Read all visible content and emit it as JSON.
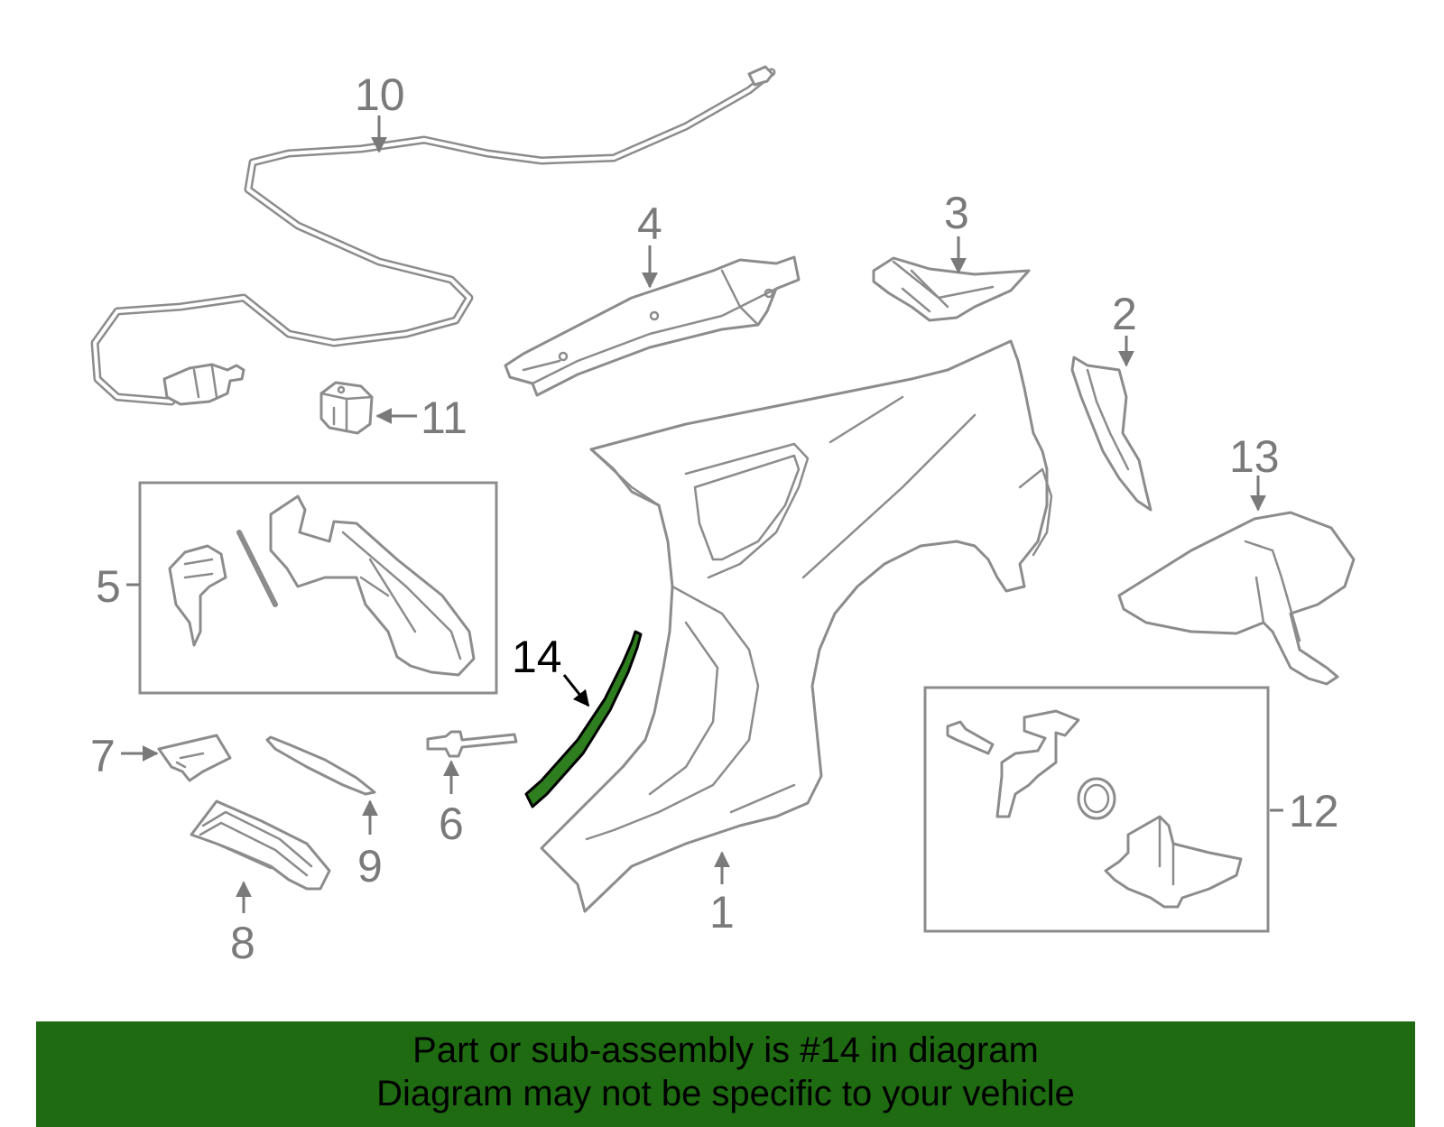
{
  "diagram": {
    "highlight_color": "#2e7d1e",
    "callouts": [
      {
        "id": "1",
        "label": "1"
      },
      {
        "id": "2",
        "label": "2"
      },
      {
        "id": "3",
        "label": "3"
      },
      {
        "id": "4",
        "label": "4"
      },
      {
        "id": "5",
        "label": "5"
      },
      {
        "id": "6",
        "label": "6"
      },
      {
        "id": "7",
        "label": "7"
      },
      {
        "id": "8",
        "label": "8"
      },
      {
        "id": "9",
        "label": "9"
      },
      {
        "id": "10",
        "label": "10"
      },
      {
        "id": "11",
        "label": "11"
      },
      {
        "id": "12",
        "label": "12"
      },
      {
        "id": "13",
        "label": "13"
      },
      {
        "id": "14",
        "label": "14"
      }
    ]
  },
  "banner": {
    "line1": "Part or sub-assembly is #14 in diagram",
    "line2": "Diagram may not be specific to your vehicle",
    "color": "#1e6b12"
  }
}
